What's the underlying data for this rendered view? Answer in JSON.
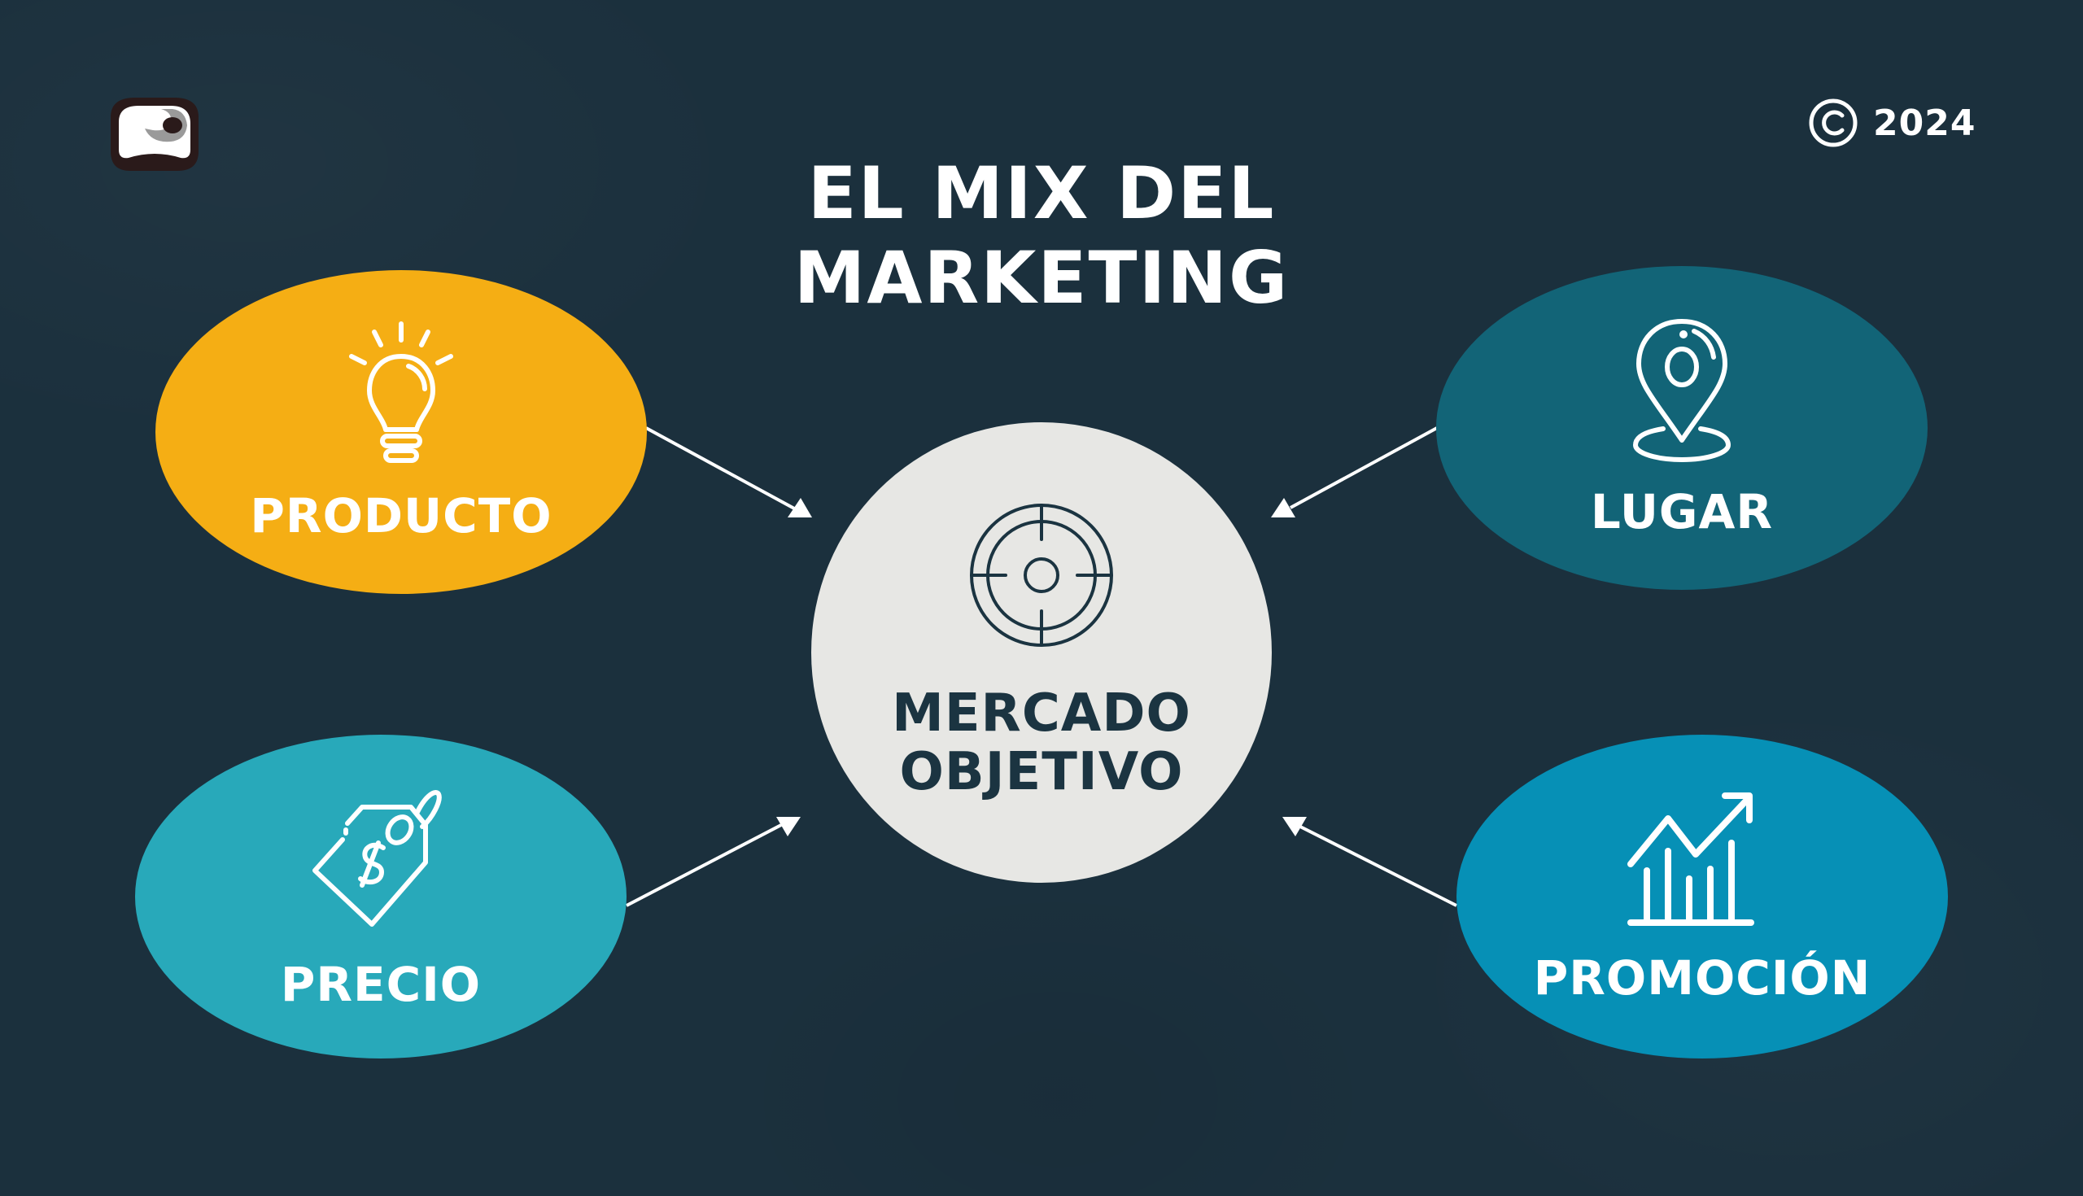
{
  "header": {
    "title_line1": "EL MIX DEL",
    "title_line2": "MARKETING",
    "copyright_icon": "copyright-icon",
    "copyright_year": "2024",
    "logo_icon": "brand-logo-icon"
  },
  "colors": {
    "background": "#1b303d",
    "producto": "#f5ae14",
    "precio": "#28a9ba",
    "lugar": "#126477",
    "promocion": "#0690b6",
    "center": "#e7e7e4",
    "center_text": "#1b3441",
    "text": "#ffffff"
  },
  "center": {
    "label_line1": "MERCADO",
    "label_line2": "OBJETIVO",
    "icon": "target-icon"
  },
  "nodes": [
    {
      "id": "producto",
      "label": "PRODUCTO",
      "icon": "lightbulb-icon",
      "position": "top-left"
    },
    {
      "id": "lugar",
      "label": "LUGAR",
      "icon": "location-pin-icon",
      "position": "top-right"
    },
    {
      "id": "precio",
      "label": "PRECIO",
      "icon": "price-tag-icon",
      "position": "bottom-left"
    },
    {
      "id": "promocion",
      "label": "PROMOCIÓN",
      "icon": "growth-chart-icon",
      "position": "bottom-right"
    }
  ],
  "edges": [
    {
      "from": "producto",
      "to": "center"
    },
    {
      "from": "lugar",
      "to": "center"
    },
    {
      "from": "precio",
      "to": "center"
    },
    {
      "from": "promocion",
      "to": "center"
    }
  ]
}
